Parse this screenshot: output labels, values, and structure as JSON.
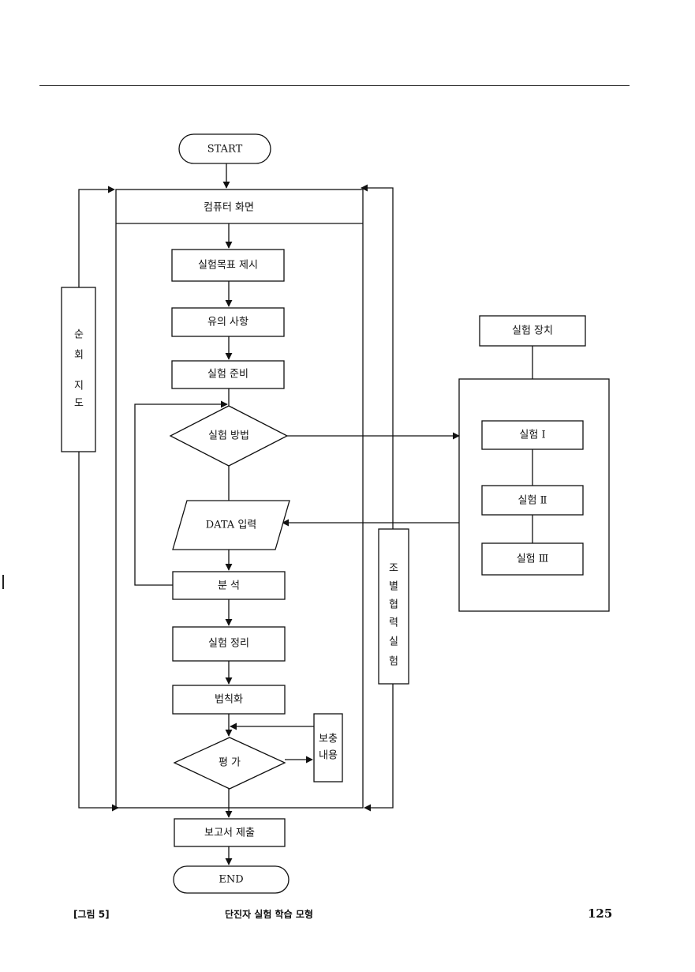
{
  "nodes": {
    "start": "START",
    "computer_screen": "컴퓨터 화면",
    "objective": "실험목표 제시",
    "cautions": "유의 사항",
    "preparation": "실험 준비",
    "method": "실험 방법",
    "data_input": "DATA 입력",
    "analysis": "분 석",
    "summary": "실험 정리",
    "generalization": "법칙화",
    "evaluation": "평 가",
    "report": "보고서 제출",
    "end": "END",
    "apparatus": "실험 장치",
    "exp1": "실험 Ⅰ",
    "exp2": "실험 Ⅱ",
    "exp3": "실험 Ⅲ"
  },
  "side_boxes": {
    "patrol": [
      "순",
      "회",
      "지",
      "도"
    ],
    "group": [
      "조",
      "별",
      "협",
      "력",
      "실",
      "험"
    ],
    "supplement": [
      "보충",
      "내용"
    ]
  },
  "caption": {
    "label": "[그림 5]",
    "title": "단진자 실험 학습 모형"
  },
  "page_number": "125"
}
